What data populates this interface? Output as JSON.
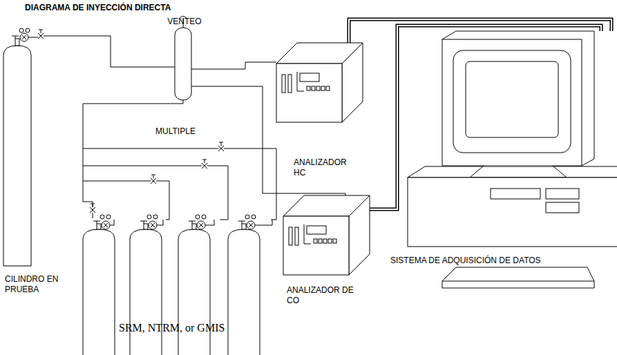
{
  "diagram": {
    "title": "DIAGRAMA DE INYECCIÓN DIRECTA",
    "nodes": [
      {
        "text": [
          "CILINDRO EN PRUEBA"
        ]
      },
      {
        "text": [
          "VENTEO",
          "MULTIPLE"
        ]
      },
      {
        "text": [
          "ANALIZADOR HC"
        ]
      },
      {
        "text": [
          "ANALIZADOR DE CO"
        ]
      },
      {
        "text": [
          "SISTEMA DE ADQUISICIÓN DE DATOS"
        ]
      }
    ],
    "edges": [
      {
        "from": 0,
        "to": 1,
        "arrow": "none"
      },
      {
        "from": 1,
        "to": 2,
        "arrow": "none"
      },
      {
        "from": 1,
        "to": 3,
        "arrow": "none"
      },
      {
        "from": 2,
        "to": 4,
        "arrow": "none"
      },
      {
        "from": 3,
        "to": 4,
        "arrow": "none"
      }
    ],
    "labels": [
      "SRM, NTRM, or GMIS"
    ]
  }
}
